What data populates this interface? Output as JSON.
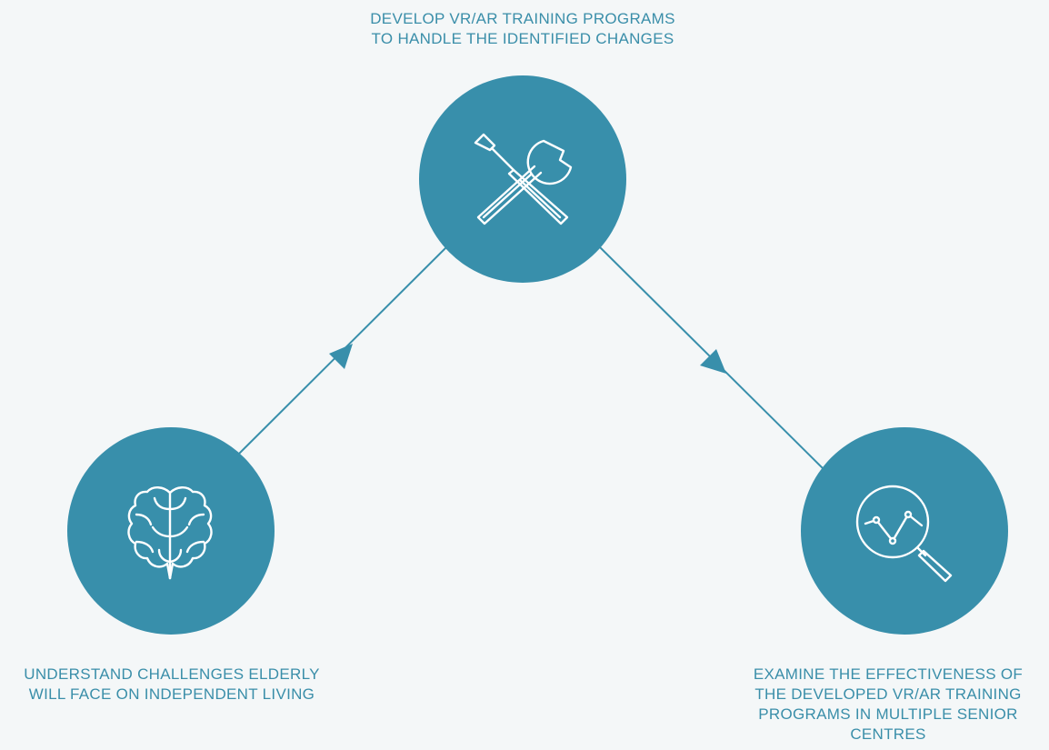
{
  "colors": {
    "background": "#f4f7f8",
    "node_fill": "#388fab",
    "connector": "#388fab",
    "icon_stroke": "#ffffff",
    "caption_text": "#3a8ea9"
  },
  "nodes": [
    {
      "id": "understand",
      "icon": "brain-icon",
      "caption_lines": [
        "UNDERSTAND CHALLENGES ELDERLY",
        "WILL FACE ON INDEPENDENT LIVING"
      ]
    },
    {
      "id": "develop",
      "icon": "tools-icon",
      "caption_lines": [
        "DEVELOP VR/AR TRAINING PROGRAMS",
        "TO HANDLE THE IDENTIFIED CHANGES"
      ]
    },
    {
      "id": "examine",
      "icon": "magnifier-chart-icon",
      "caption_lines": [
        "EXAMINE THE EFFECTIVENESS OF",
        "THE DEVELOPED VR/AR TRAINING",
        "PROGRAMS IN MULTIPLE SENIOR",
        "CENTRES"
      ]
    }
  ],
  "connectors": [
    {
      "from": "understand",
      "to": "develop"
    },
    {
      "from": "develop",
      "to": "examine"
    }
  ]
}
